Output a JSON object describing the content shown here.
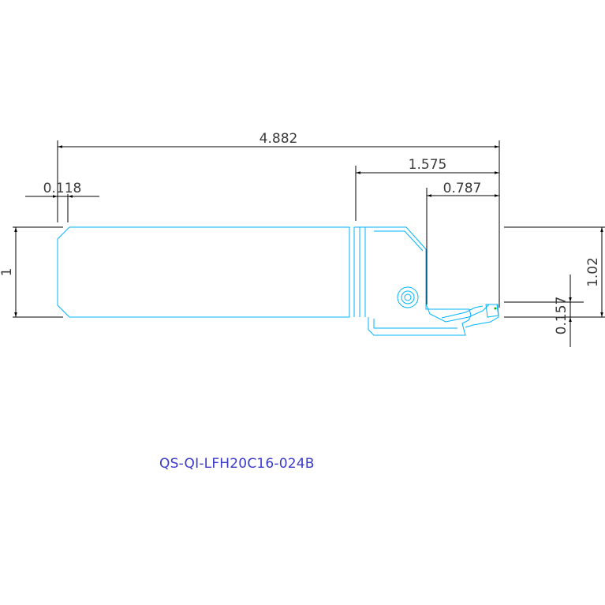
{
  "drawing": {
    "part_number": "QS-QI-LFH20C16-024B",
    "dimensions": {
      "overall_length": "4.882",
      "head_length": "1.575",
      "insert_reach": "0.787",
      "chamfer": "0.118",
      "shank_height": "1",
      "overall_height": "1.02",
      "cut_depth": "0.157"
    }
  },
  "colors": {
    "outline": "#00b4ff",
    "dimension": "#000000",
    "label": "#3a3acc",
    "insert_dot": "#00b400"
  }
}
